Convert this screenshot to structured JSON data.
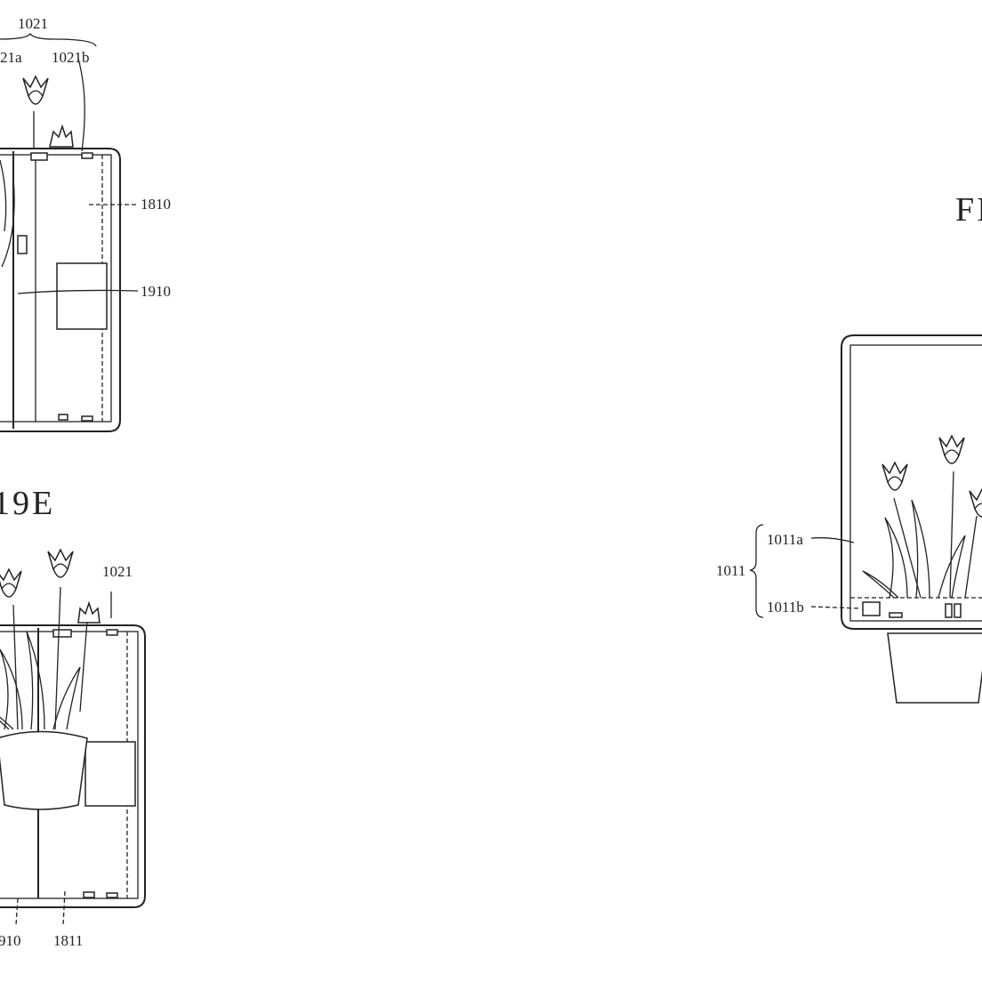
{
  "figures": {
    "top_left": {
      "labels": {
        "group": "1021",
        "part_a": "21a",
        "part_b": "1021b",
        "compartment": "1810",
        "module": "1910"
      }
    },
    "caption_left": "19E",
    "bottom_left": {
      "labels": {
        "group": "1021",
        "module": "910",
        "compartment": "1811"
      }
    },
    "caption_right": "FI",
    "right": {
      "labels": {
        "group": "1011",
        "part_a": "1011a",
        "part_b": "1011b"
      }
    }
  }
}
